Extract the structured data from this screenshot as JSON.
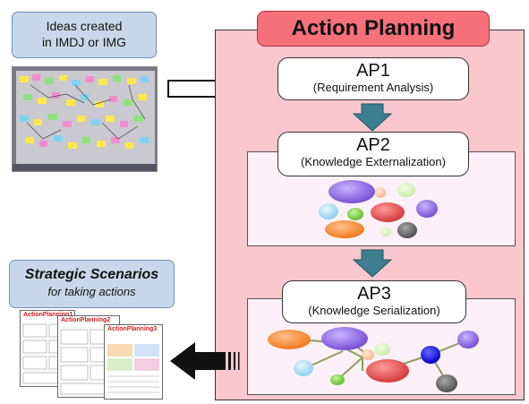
{
  "panel": {
    "title": "Action Planning"
  },
  "ideas_label": {
    "line1": "Ideas created",
    "line2": "in IMDJ or IMG"
  },
  "strategic_label": {
    "title": "Strategic Scenarios",
    "subtitle": "for taking actions"
  },
  "steps": [
    {
      "name": "AP1",
      "sub": "(Requirement Analysis)"
    },
    {
      "name": "AP2",
      "sub": "(Knowledge Externalization)"
    },
    {
      "name": "AP3",
      "sub": "(Knowledge Serialization)"
    }
  ],
  "documents": [
    {
      "title": "ActionPlanning1"
    },
    {
      "title": "ActionPlanning2"
    },
    {
      "title": "ActionPlanning3"
    }
  ],
  "colors": {
    "panel_fill": "#f9c7cd",
    "title_fill": "#f6707a",
    "label_fill": "#c8d8ea",
    "down_arrow": "#3d7f92",
    "left_arrow": "#111111"
  }
}
